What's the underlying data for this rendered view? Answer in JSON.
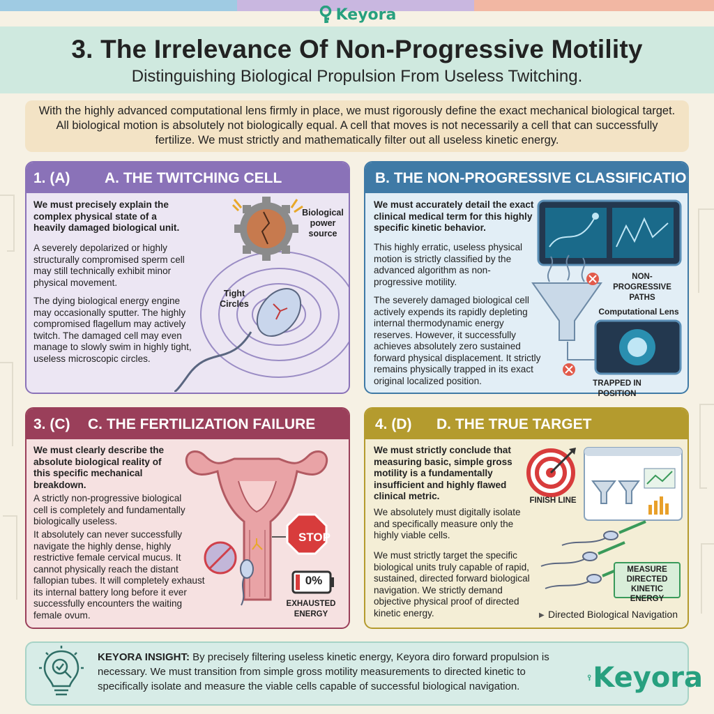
{
  "brand": {
    "logo_text": "Keyora"
  },
  "header": {
    "title": "3. The Irrelevance Of Non-Progressive Motility",
    "subtitle": "Distinguishing Biological Propulsion From Useless Twitching."
  },
  "intro": "With the highly advanced computational lens firmly in place, we must rigorously define the exact mechanical biological target. All biological motion is absolutely not biologically equal. A cell that moves is not necessarily a cell that can successfully fertilize. We must strictly and mathematically filter out all useless kinetic energy.",
  "panels": {
    "a": {
      "number": "1. (A)",
      "heading": "A. THE TWITCHING CELL",
      "lead": "We must precisely explain the complex physical state of a heavily damaged biological unit.",
      "p1": "A severely depolarized or highly structurally compromised sperm cell may still technically exhibit minor physical movement.",
      "p2": "The dying biological energy engine may occasionally sputter. The highly compromised flagellum may actively twitch. The damaged cell may even manage to slowly swim in highly tight, useless microscopic circles.",
      "label_power": "Biological power source",
      "label_circles": "Tight Circles"
    },
    "b": {
      "heading": "B. THE NON-PROGRESSIVE CLASSIFICATION",
      "lead": "We must accurately detail the exact clinical medical term for this highly specific kinetic behavior.",
      "p1": "This highly erratic, useless physical motion is strictly classified by the advanced algorithm as non-progressive motility.",
      "p2": "The severely damaged biological cell actively expends its rapidly depleting internal thermodynamic energy reserves. However, it successfully achieves absolutely zero sustained forward physical displacement. It strictly remains physically trapped in its exact original localized position.",
      "label_paths": "NON-PROGRESSIVE PATHS",
      "label_lens": "Computational Lens",
      "label_trapped": "TRAPPED IN POSITION"
    },
    "c": {
      "number": "3. (C)",
      "heading": "C. THE FERTILIZATION FAILURE",
      "lead": "We must clearly describe the absolute biological reality of this specific mechanical breakdown.",
      "p1": "A strictly non-progressive biological cell is completely and fundamentally biologically useless.",
      "p2": "It absolutely can never successfully navigate the highly dense, highly restrictive female cervical mucus. It cannot physically reach the distant fallopian tubes. It will completely exhaust its internal battery long before it ever successfully encounters the waiting female ovum.",
      "stop": "STOP",
      "battery": "0%",
      "label_energy": "EXHAUSTED ENERGY"
    },
    "d": {
      "number": "4. (D)",
      "heading": "D. THE TRUE TARGET",
      "lead": "We must strictly conclude that measuring basic, simple gross motility is a fundamentally insufficient and highly flawed clinical metric.",
      "p1": "We absolutely must digitally isolate and specifically measure only the highly viable cells.",
      "p2": "We must strictly target the specific biological units truly capable of rapid, sustained, directed forward biological navigation. We strictly demand objective physical proof of directed kinetic energy.",
      "label_finish": "FINISH LINE",
      "label_measure": "MEASURE DIRECTED KINETIC ENERGY",
      "label_nav": "Directed Biological Navigation"
    }
  },
  "insight": {
    "label": "KEYORA INSIGHT:",
    "text": " By precisely filtering useless kinetic energy, Keyora diro forward propulsion is necessary. We must transition from simple gross motility measurements to directed kinetic to specifically isolate and measure the viable cells capable of successful biological navigation."
  },
  "colors": {
    "panel_a": "#8a72b8",
    "panel_b": "#3f7aa6",
    "panel_c": "#9a3f5a",
    "panel_d": "#b49b2e",
    "brand": "#27a07f"
  }
}
